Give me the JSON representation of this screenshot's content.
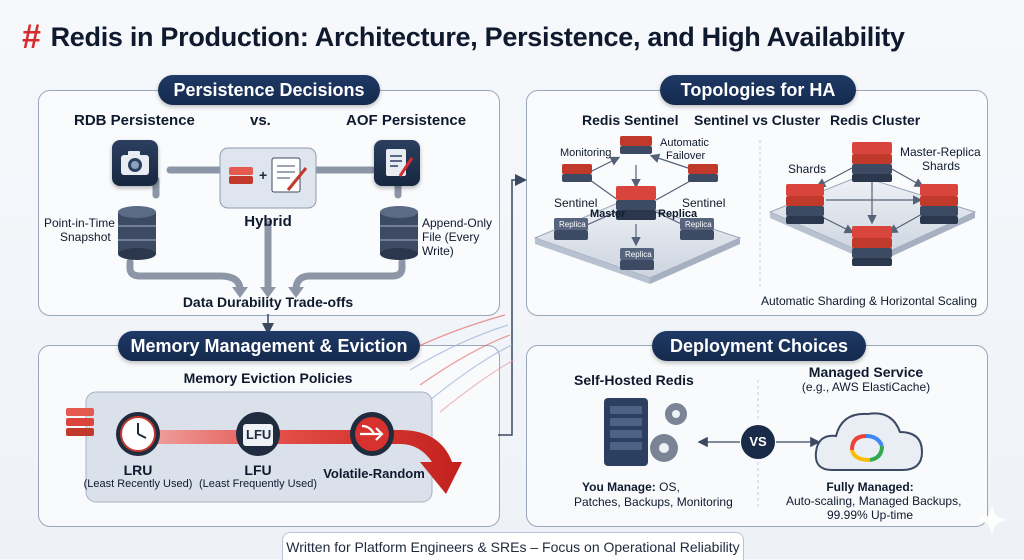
{
  "title": "Redis in Production: Architecture, Persistence, and High Availability",
  "title_hash": "#",
  "persistence": {
    "heading": "Persistence Decisions",
    "rdb": "RDB Persistence",
    "vs": "vs.",
    "aof": "AOF Persistence",
    "hybrid": "Hybrid",
    "rdb_note_1": "Point-in-Time",
    "rdb_note_2": "Snapshot",
    "aof_note_1": "Append-Only",
    "aof_note_2": "File (Every",
    "aof_note_3": "Write)",
    "tradeoffs": "Data Durability Trade-offs"
  },
  "memory": {
    "heading": "Memory Management & Eviction",
    "subheading": "Memory Eviction Policies",
    "lru": "LRU",
    "lru_desc": "(Least Recently Used)",
    "lfu": "LFU",
    "lfu_desc": "(Least Frequently Used)",
    "lfu_icon_text": "LFU",
    "volatile": "Volatile-Random"
  },
  "topologies": {
    "heading": "Topologies for HA",
    "sentinel_title": "Redis Sentinel",
    "middle_title": "Sentinel vs Cluster",
    "cluster_title": "Redis Cluster",
    "monitoring": "Monitoring",
    "auto_failover_1": "Automatic",
    "auto_failover_2": "Failover",
    "sentinel_left": "Sentinel",
    "sentinel_right": "Sentinel",
    "master": "Master",
    "replica": "Replica",
    "replica_left": "Replica",
    "replica_right": "Replica",
    "replica_bottom": "Replica",
    "shards": "Shards",
    "master_replica_1": "Master-Replica",
    "master_replica_2": "Shards",
    "scaling": "Automatic Sharding & Horizontal Scaling"
  },
  "deployment": {
    "heading": "Deployment Choices",
    "self_hosted": "Self-Hosted Redis",
    "managed_title": "Managed Service",
    "managed_example": "(e.g., AWS ElastiCache)",
    "vs": "VS",
    "you_manage_label": "You Manage:",
    "you_manage_rest": " OS,",
    "you_manage_line2": "Patches, Backups, Monitoring",
    "fully_managed": "Fully Managed:",
    "fully_line2": "Auto-scaling, Managed Backups,",
    "fully_line3": "99.99% Up-time"
  },
  "footer": "Written for Platform Engineers & SREs – Focus on Operational Reliability",
  "colors": {
    "accent_red": "#d62c2c",
    "navy": "#1a3158",
    "border": "#9aa7bb"
  }
}
